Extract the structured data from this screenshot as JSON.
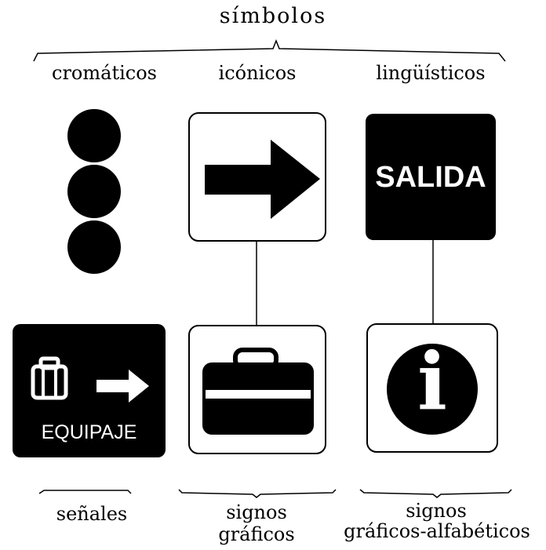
{
  "diagram": {
    "title": "símbolos",
    "categories": [
      {
        "id": "cromaticos",
        "label": "cromáticos"
      },
      {
        "id": "iconicos",
        "label": "icónicos"
      },
      {
        "id": "linguisticos",
        "label": "lingüísticos"
      }
    ],
    "signs": {
      "salida_text": "SALIDA",
      "equipaje_text": "EQUIPAJE",
      "info_glyph": "i"
    },
    "bottom_labels": {
      "senales": "señales",
      "signos_graficos_1": "signos",
      "signos_graficos_2": "gráficos",
      "signos_alfa_1": "signos",
      "signos_alfa_2": "gráficos-alfabéticos"
    },
    "icons": [
      "dot-icon",
      "arrow-right-icon",
      "briefcase-icon",
      "info-icon",
      "luggage-icon"
    ],
    "colors": {
      "ink": "#000000",
      "paper": "#ffffff"
    }
  }
}
